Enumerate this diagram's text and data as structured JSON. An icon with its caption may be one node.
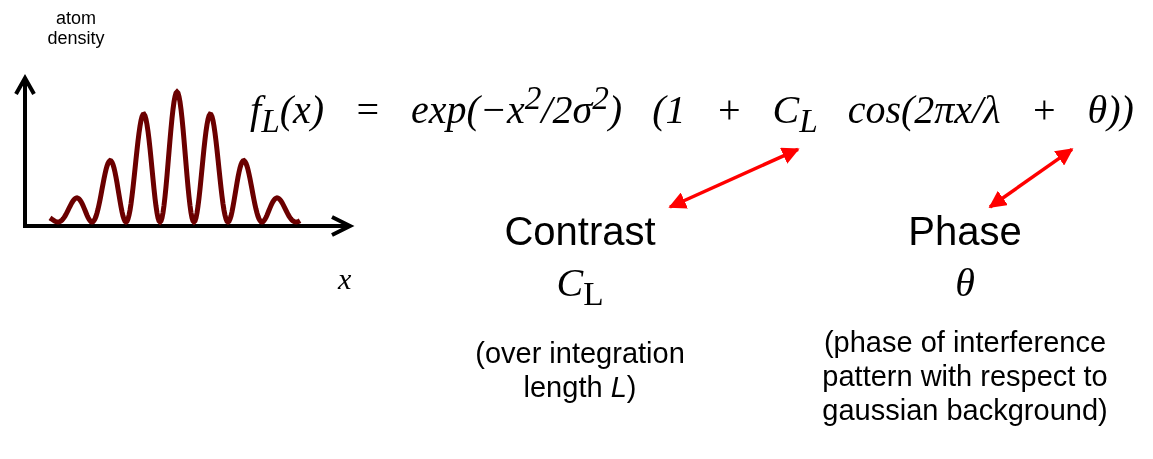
{
  "diagram": {
    "nodes": [
      {
        "text": [
          "f$_{L}$(x) = exp(−x$^{2}$/2σ$^{2}$) (1 + C$_{L}$ cos(2πx/λ + θ))"
        ]
      },
      {
        "text": [
          "Contrast",
          "*C*$_{L}$",
          "(over integration length *L*)"
        ]
      },
      {
        "text": [
          "Phase",
          "*θ*",
          "(phase of interference pattern with respect to gaussian background)"
        ]
      }
    ],
    "edges": [
      {
        "from": 1,
        "to": 0,
        "arrow": "both"
      },
      {
        "from": 2,
        "to": 0,
        "arrow": "both"
      }
    ],
    "labels": [
      "atom density",
      "*x*"
    ]
  }
}
